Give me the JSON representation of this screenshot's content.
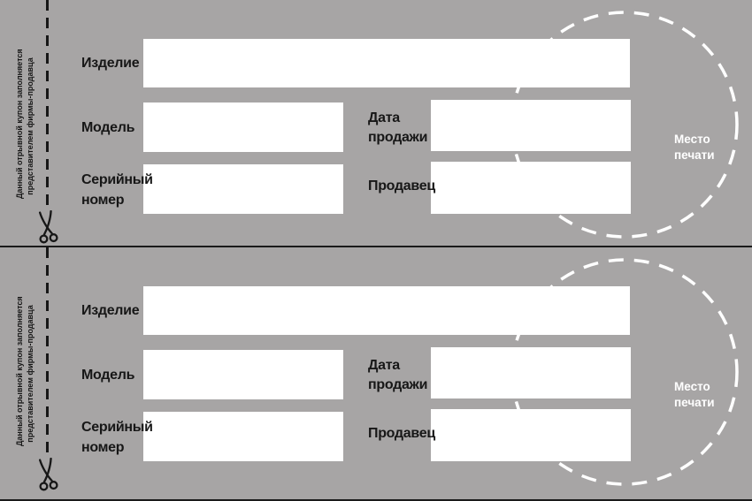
{
  "colors": {
    "background": "#a7a5a5",
    "field_fill": "#ffffff",
    "ink": "#171717",
    "stamp": "#ffffff"
  },
  "icons": {
    "scissors": "✂",
    "stamp_circle": "white-dashed-circle",
    "cut_line": "black-dashed-vertical-line"
  },
  "sections": [
    {
      "side_note": [
        "Данный отрывной купон заполняется",
        "представителем фирмы-продавца"
      ],
      "fields": {
        "product": {
          "label": "Изделие",
          "value": ""
        },
        "model": {
          "label": "Модель",
          "value": ""
        },
        "serial": {
          "label_lines": [
            "Серийный",
            "номер"
          ],
          "value": ""
        },
        "date": {
          "label_lines": [
            "Дата",
            "продажи"
          ],
          "value": ""
        },
        "seller": {
          "label": "Продавец",
          "value": ""
        }
      },
      "stamp_lines": [
        "Место",
        "печати"
      ]
    },
    {
      "side_note": [
        "Данный отрывной купон заполняется",
        "представителем фирмы-продавца"
      ],
      "fields": {
        "product": {
          "label": "Изделие",
          "value": ""
        },
        "model": {
          "label": "Модель",
          "value": ""
        },
        "serial": {
          "label_lines": [
            "Серийный",
            "номер"
          ],
          "value": ""
        },
        "date": {
          "label_lines": [
            "Дата",
            "продажи"
          ],
          "value": ""
        },
        "seller": {
          "label": "Продавец",
          "value": ""
        }
      },
      "stamp_lines": [
        "Место",
        "печати"
      ]
    }
  ]
}
